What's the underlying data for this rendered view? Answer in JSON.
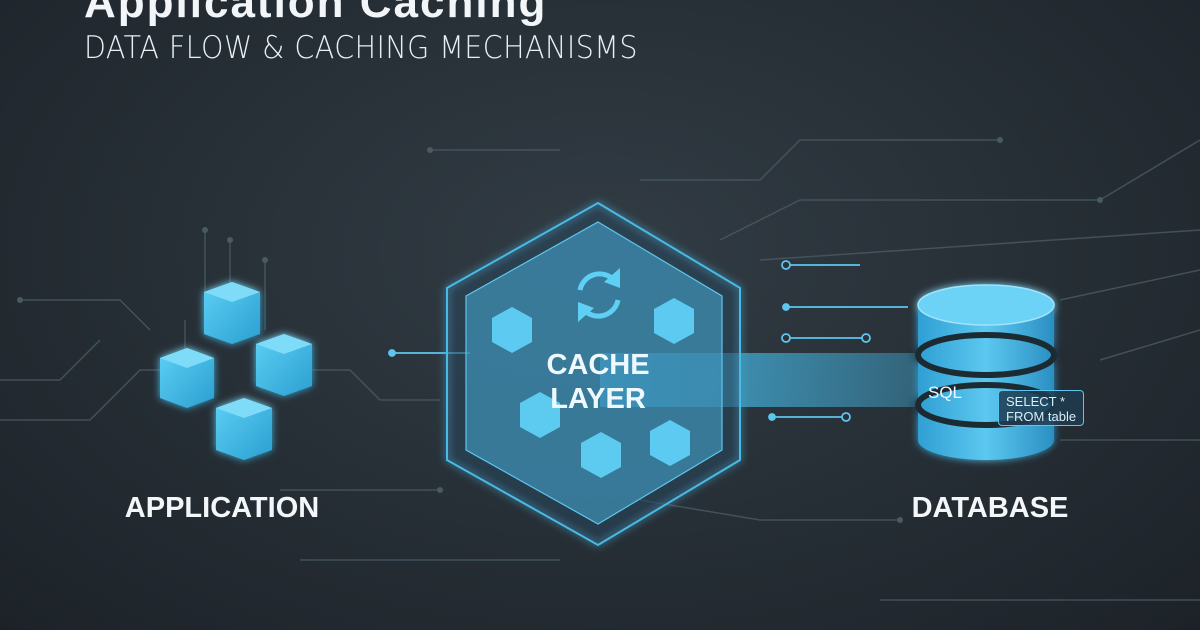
{
  "header": {
    "title": "Application Caching",
    "subtitle": "DATA FLOW & CACHING MECHANISMS"
  },
  "nodes": {
    "application": {
      "label": "APPLICATION"
    },
    "cache": {
      "label_line1": "CACHE",
      "label_line2": "LAYER",
      "icon": "refresh-icon"
    },
    "database": {
      "label": "DATABASE",
      "badge": "SQL",
      "query_line1": "SELECT *",
      "query_line2": "FROM table"
    }
  },
  "colors": {
    "accent": "#3fb8e8",
    "background": "#262e35",
    "text": "#f4f7f9"
  }
}
